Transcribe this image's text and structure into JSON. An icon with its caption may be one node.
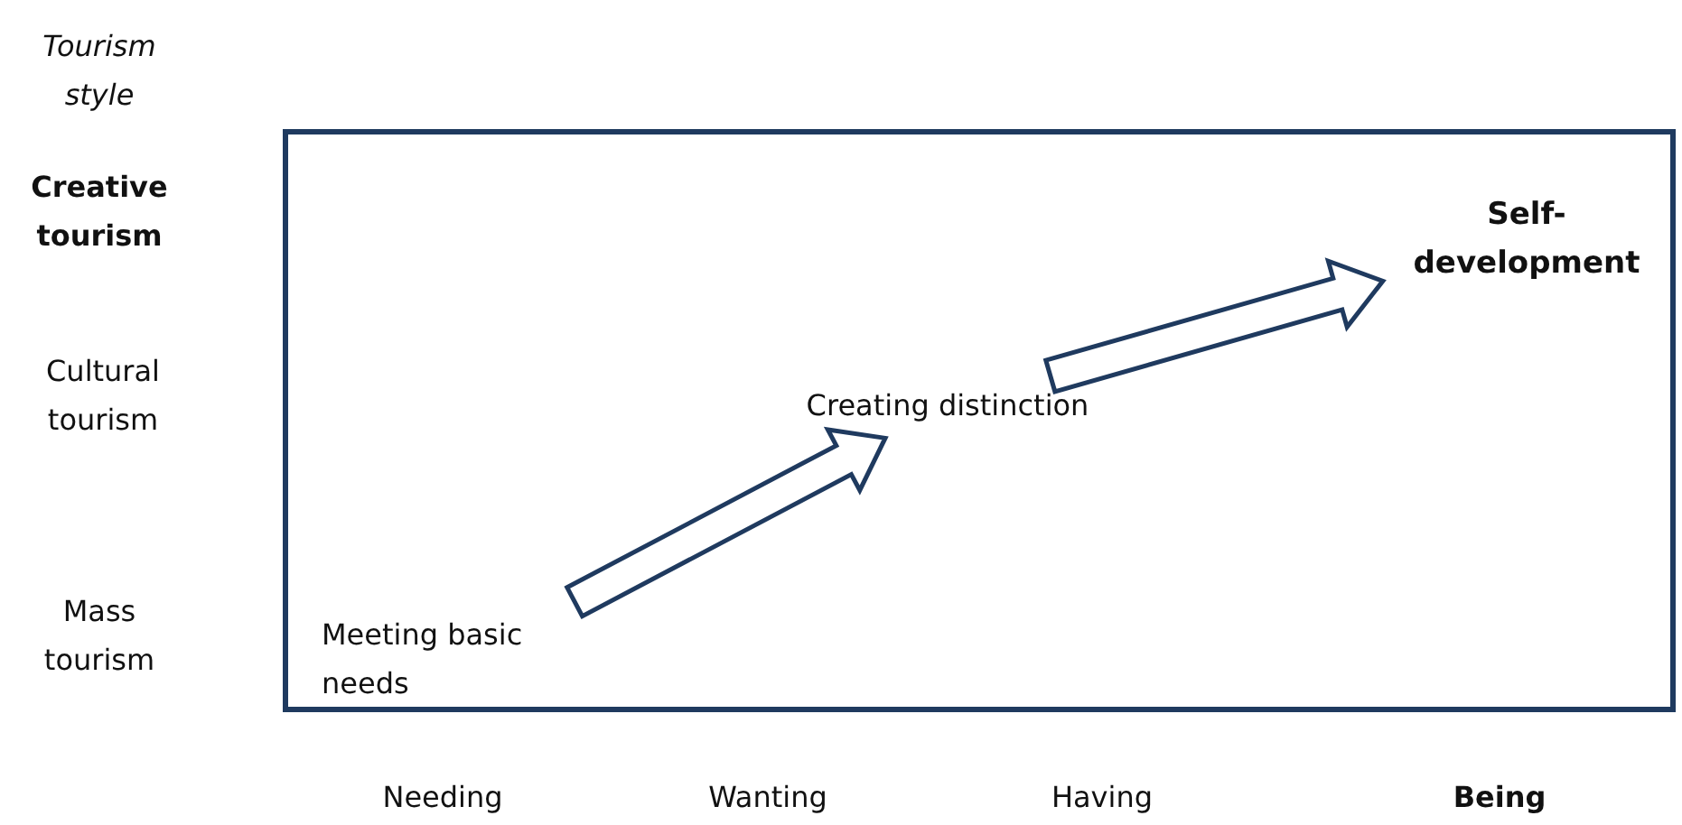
{
  "diagram": {
    "nodes": [
      {
        "text": [
          "Meeting basic needs"
        ]
      },
      {
        "text": [
          "Creating distinction"
        ]
      },
      {
        "text": [
          "Self-development"
        ]
      }
    ],
    "edges": [
      {
        "from": 0,
        "to": 1,
        "arrow": "to"
      },
      {
        "from": 1,
        "to": 2,
        "arrow": "to"
      }
    ],
    "labels": [
      "Tourism style",
      "Creative tourism",
      "Cultural tourism",
      "Mass tourism",
      "Needing",
      "Wanting",
      "Having",
      "Being"
    ]
  }
}
